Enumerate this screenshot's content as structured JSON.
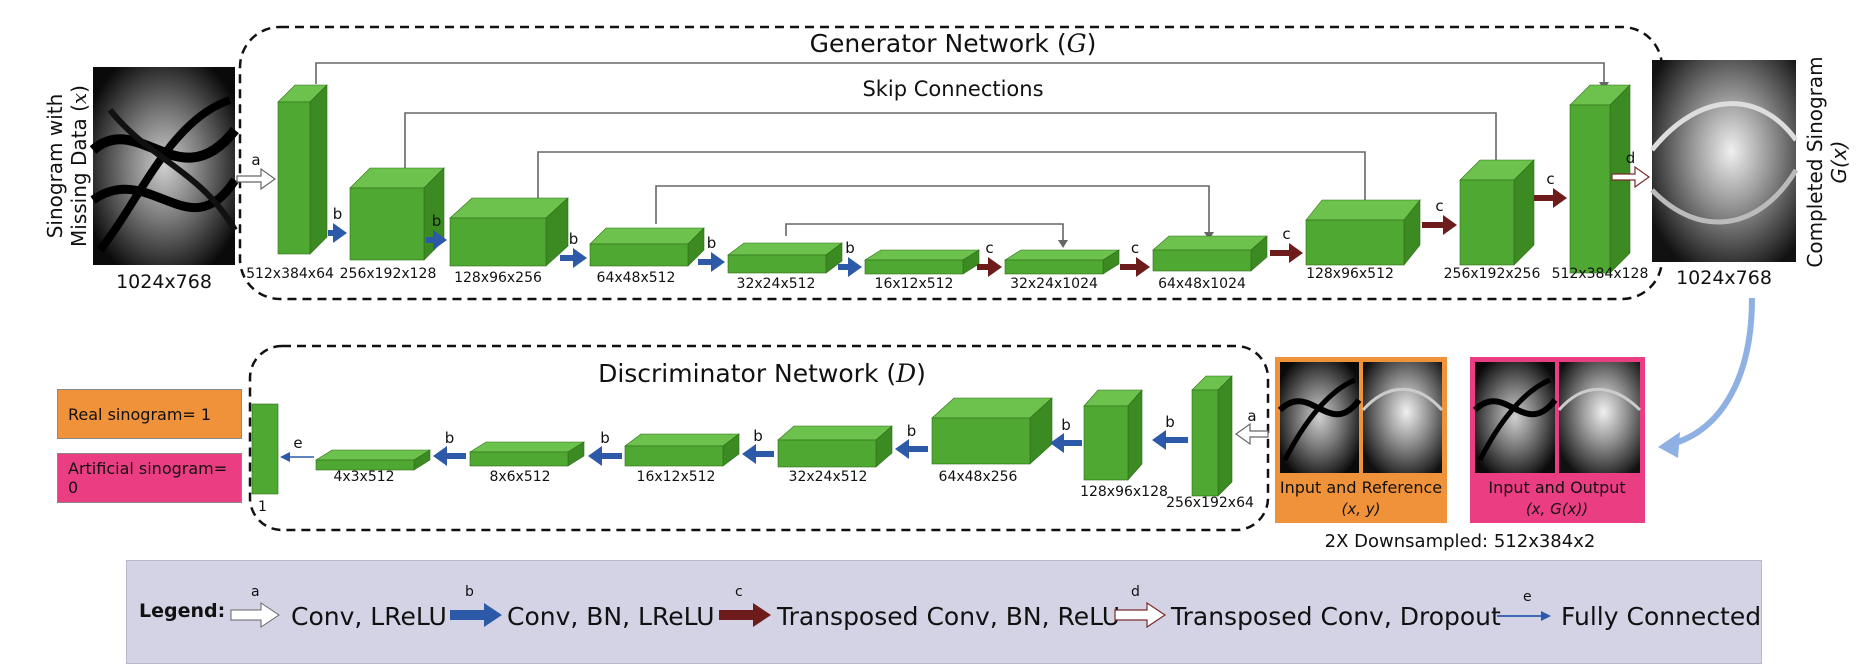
{
  "colors": {
    "block": "#4fa831",
    "block_top": "#6cc24c",
    "block_side": "#3c8a22",
    "arrow_b": "#2d5aa8",
    "arrow_c": "#6e1b1b",
    "orange": "#f0923a",
    "pink": "#ea3d82",
    "legend_bg": "#d3d3e5",
    "skip": "#666666"
  },
  "generator": {
    "title": "Generator Network (",
    "title_sym": "G",
    "title_close": ")",
    "skip_label": "Skip Connections",
    "input_label_1": "Sinogram with",
    "input_label_2": "Missing Data (",
    "input_sym": "x",
    "input_close": ")",
    "input_size": "1024x768",
    "output_label_1": "Completed Sinogram",
    "output_sym": "G(x)",
    "output_size": "1024x768",
    "layers": [
      "512x384x64",
      "256x192x128",
      "128x96x256",
      "64x48x512",
      "32x24x512",
      "16x12x512",
      "32x24x1024",
      "64x48x1024",
      "128x96x512",
      "256x192x256",
      "512x384x128"
    ],
    "arrow_letters": [
      "a",
      "b",
      "b",
      "b",
      "b",
      "b",
      "c",
      "c",
      "c",
      "c",
      "c",
      "d"
    ]
  },
  "discriminator": {
    "title": "Discriminator Network (",
    "title_sym": "D",
    "title_close": ")",
    "layers": [
      "4x3x512",
      "8x6x512",
      "16x12x512",
      "32x24x512",
      "64x48x256",
      "128x96x128",
      "256x192x64"
    ],
    "output_size": "1",
    "arrow_letters": [
      "e",
      "b",
      "b",
      "b",
      "b",
      "b",
      "b",
      "a"
    ],
    "real_label": "Real sinogram= 1",
    "artificial_label": "Artificial sinogram= 0"
  },
  "pairs": {
    "ref_label": "Input and Reference",
    "ref_sym": "(x, y)",
    "out_label": "Input and Output",
    "out_sym": "(x, G(x))",
    "downsampled": "2X Downsampled: 512x384x2"
  },
  "legend": {
    "title": "Legend:",
    "items": [
      {
        "letter": "a",
        "text": "Conv, LReLU"
      },
      {
        "letter": "b",
        "text": "Conv, BN, LReLU"
      },
      {
        "letter": "c",
        "text": "Transposed Conv, BN, ReLU"
      },
      {
        "letter": "d",
        "text": "Transposed Conv, Dropout"
      },
      {
        "letter": "e",
        "text": "Fully Connected"
      }
    ]
  }
}
